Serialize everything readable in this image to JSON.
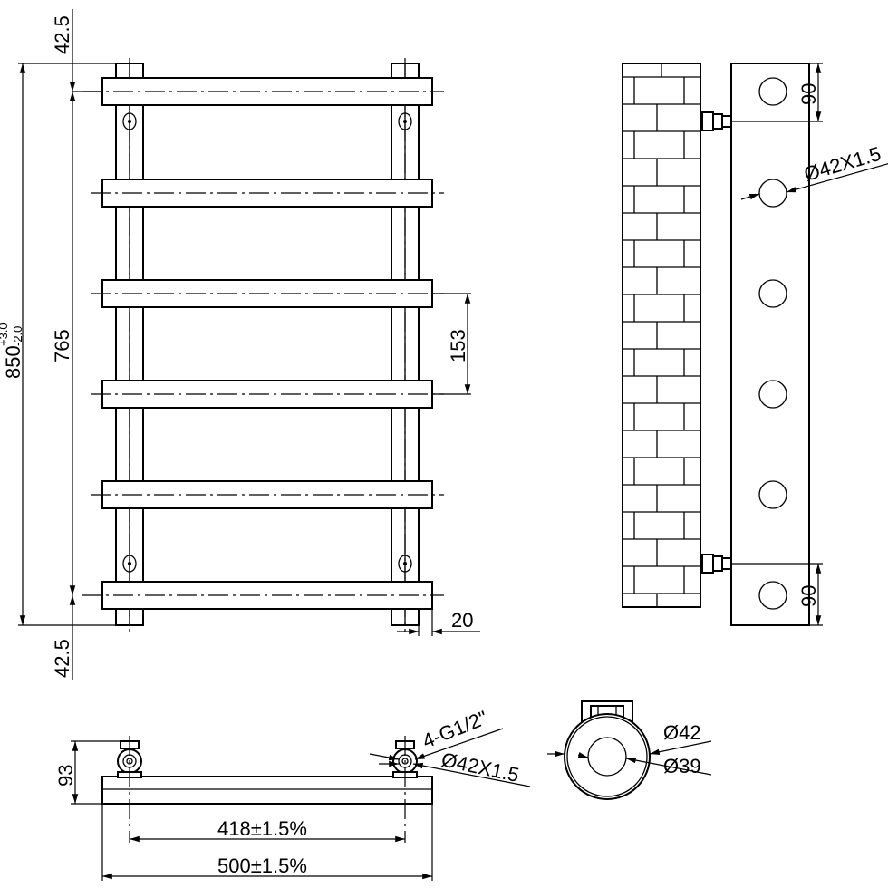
{
  "drawing": {
    "front_view": {
      "dim_top_offset": "42.5",
      "dim_bottom_offset": "42.5",
      "dim_overall_height_main": "850",
      "dim_overall_height_tol_upper": "+3.0",
      "dim_overall_height_tol_lower": "-2.0",
      "dim_center_height": "765",
      "dim_bar_pitch": "153",
      "dim_wall_gap": "20"
    },
    "side_view": {
      "dim_top_inlet": "90",
      "dim_bottom_inlet": "90",
      "dim_tube": "Ø42X1.5"
    },
    "top_view": {
      "dim_depth": "93",
      "dim_thread": "4-G1/2\"",
      "dim_tube": "Ø42X1.5",
      "dim_center_width": "418±1.5%",
      "dim_overall_width": "500±1.5%"
    },
    "section_view": {
      "dim_outer_diameter": "Ø42",
      "dim_inner_diameter": "Ø39"
    }
  }
}
